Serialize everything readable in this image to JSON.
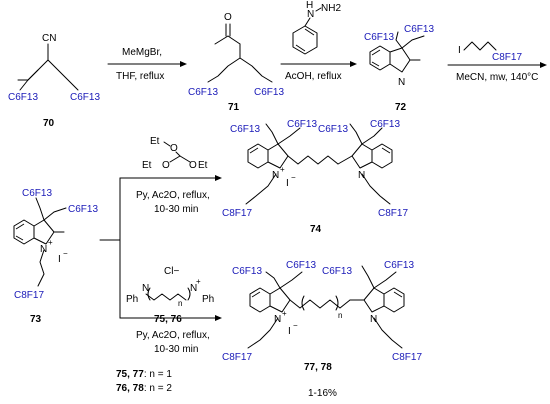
{
  "labels": {
    "r_c6f13": "C6F13",
    "r_c8f17": "C8F17",
    "cn": "CN",
    "o": "O",
    "n": "N",
    "n_plus": "N",
    "plus": "+",
    "iodide": "I",
    "minus": "−",
    "nh2": "NH2",
    "nh_hydrazine": "N",
    "hn": "H",
    "iodo": "I",
    "et": "Et",
    "ph": "Ph",
    "cl_minus": "Cl−",
    "n_index": "n"
  },
  "compounds": {
    "c70": "70",
    "c71": "71",
    "c72": "72",
    "c73": "73",
    "c74": "74",
    "c7576": "75, 76",
    "c7778": "77, 78"
  },
  "conditions": {
    "step1_line1": "MeMgBr,",
    "step1_line2": "THF, reflux",
    "step2": "AcOH, reflux",
    "step3": "MeCN, mw, 140°C",
    "step4a_line1": "Py, Ac2O, reflux,",
    "step4a_line2": "10-30 min",
    "step4b_line1": "Py, Ac2O, reflux,",
    "step4b_line2": "10-30 min"
  },
  "notes": {
    "n1_bold": "75, 77",
    "n1_rest": ": n = 1",
    "n2_bold": "76, 78",
    "n2_rest": ": n = 2",
    "yield": "1-16%"
  }
}
